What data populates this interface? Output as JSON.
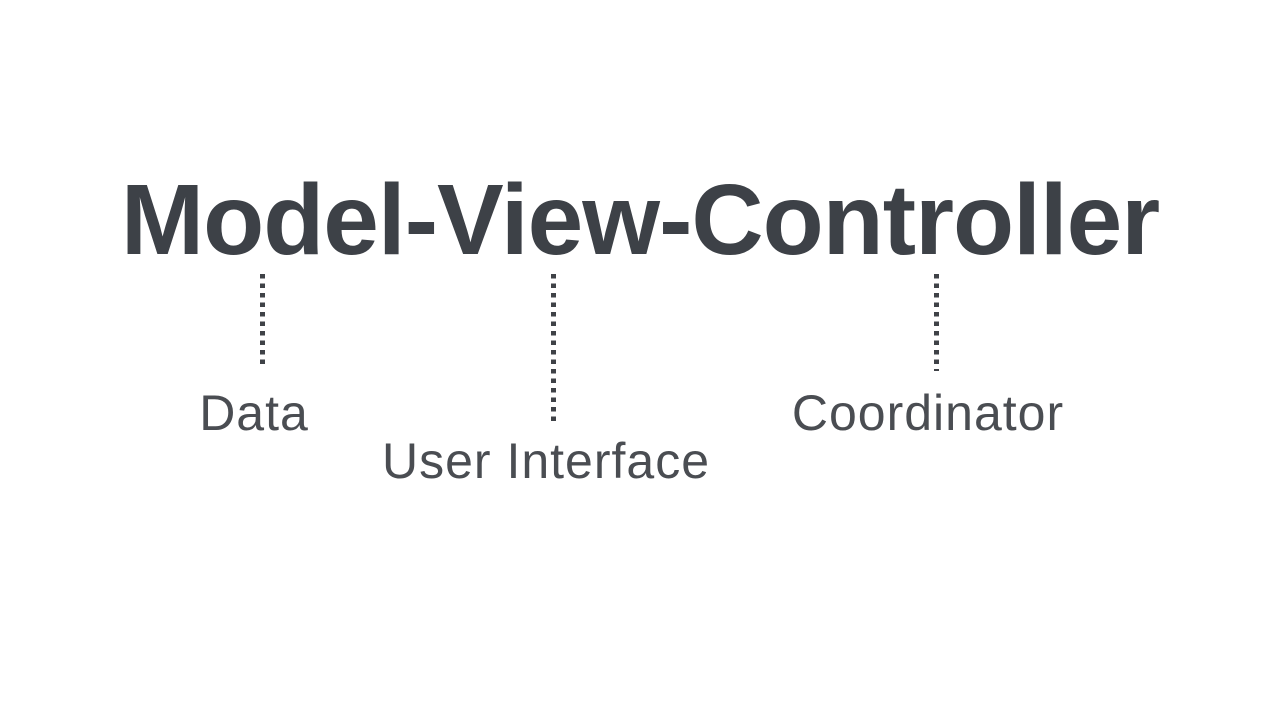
{
  "slide": {
    "background": "#ffffff",
    "title": {
      "text": "Model-View-Controller",
      "color": "#3d4147"
    },
    "connector_style": {
      "type": "dotted-vertical-line",
      "color": "#3f4247"
    },
    "label_color": "#4a4d52",
    "annotations": [
      {
        "term": "Model",
        "label": "Data"
      },
      {
        "term": "View",
        "label": "User Interface"
      },
      {
        "term": "Controller",
        "label": "Coordinator"
      }
    ]
  }
}
